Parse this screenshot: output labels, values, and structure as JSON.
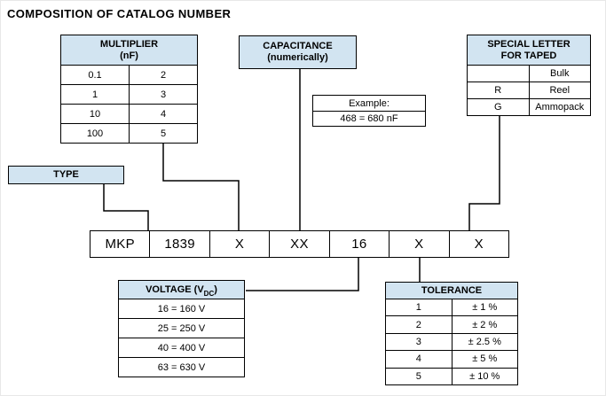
{
  "title": "COMPOSITION OF CATALOG NUMBER",
  "colors": {
    "header_fill": "#d2e4f1",
    "border": "#000000"
  },
  "multiplier_table": {
    "header_line1": "MULTIPLIER",
    "header_line2": "(nF)",
    "rows": [
      [
        "0.1",
        "2"
      ],
      [
        "1",
        "3"
      ],
      [
        "10",
        "4"
      ],
      [
        "100",
        "5"
      ]
    ]
  },
  "capacitance_box": {
    "line1": "CAPACITANCE",
    "line2": "(numerically)"
  },
  "example_box": {
    "label": "Example:",
    "value": "468 = 680 nF"
  },
  "special_letter_table": {
    "header_line1": "SPECIAL LETTER",
    "header_line2": "FOR TAPED",
    "rows": [
      [
        "",
        "Bulk"
      ],
      [
        "R",
        "Reel"
      ],
      [
        "G",
        "Ammopack"
      ]
    ]
  },
  "type_box": {
    "label": "TYPE"
  },
  "catalog_row": [
    "MKP",
    "1839",
    "X",
    "XX",
    "16",
    "X",
    "X"
  ],
  "voltage_table": {
    "header_main": "VOLTAGE (V",
    "header_sub": "DC",
    "header_close": ")",
    "rows": [
      "16 = 160 V",
      "25 = 250 V",
      "40 = 400 V",
      "63 = 630 V"
    ]
  },
  "tolerance_table": {
    "header": "TOLERANCE",
    "rows": [
      [
        "1",
        "± 1 %"
      ],
      [
        "2",
        "± 2 %"
      ],
      [
        "3",
        "± 2.5 %"
      ],
      [
        "4",
        "± 5 %"
      ],
      [
        "5",
        "± 10 %"
      ]
    ]
  }
}
